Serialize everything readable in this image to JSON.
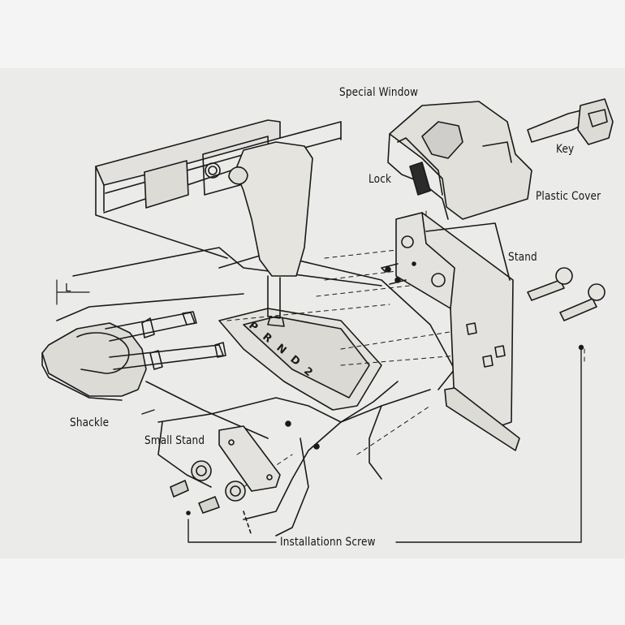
{
  "labels": {
    "special_window": "Special Window",
    "key": "Key",
    "lock": "Lock",
    "plastic_cover": "Plastic Cover",
    "stand": "Stand",
    "shackle": "Shackle",
    "small_stand": "Small Stand",
    "installation_screw": "Installationn Screw",
    "dimension_l": "L"
  },
  "gate_letters": [
    "P",
    "R",
    "N",
    "D",
    "2"
  ],
  "colors": {
    "paper": "#ebebe9",
    "ink": "#1a1a1a",
    "background": "#f4f4f4"
  }
}
